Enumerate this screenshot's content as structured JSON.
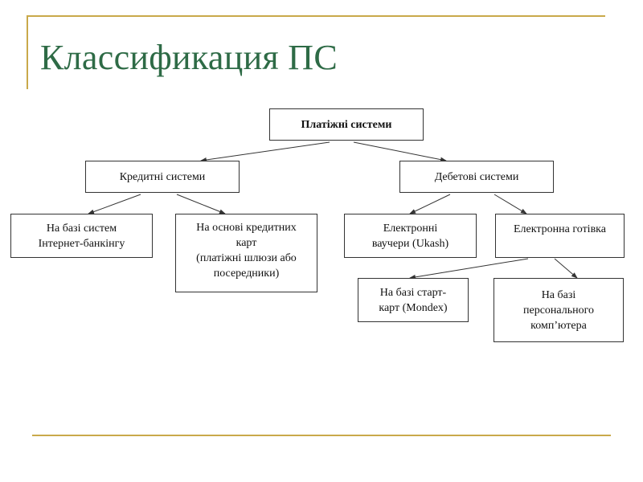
{
  "slide": {
    "title": "Классификация ПС"
  },
  "nodes": {
    "root": "Платіжні системи",
    "credit": "Кредитні системи",
    "debit": "Дебетові системи",
    "internet_banking": "На базі систем\nІнтернет-банкінгу",
    "credit_cards": "На основі кредитних\nкарт\n(платіжні шлюзи або\nпосередники)",
    "vouchers": "Електронні\nваучери (Ukash)",
    "e_cash": "Електронна готівка",
    "start_cards": "На базі старт-\nкарт (Mondex)",
    "pc": "На базі\nперсонального\nкомп’ютера"
  },
  "colors": {
    "title": "#2e6b46",
    "accent_lines": "#c9a94a",
    "box_border": "#333333"
  }
}
